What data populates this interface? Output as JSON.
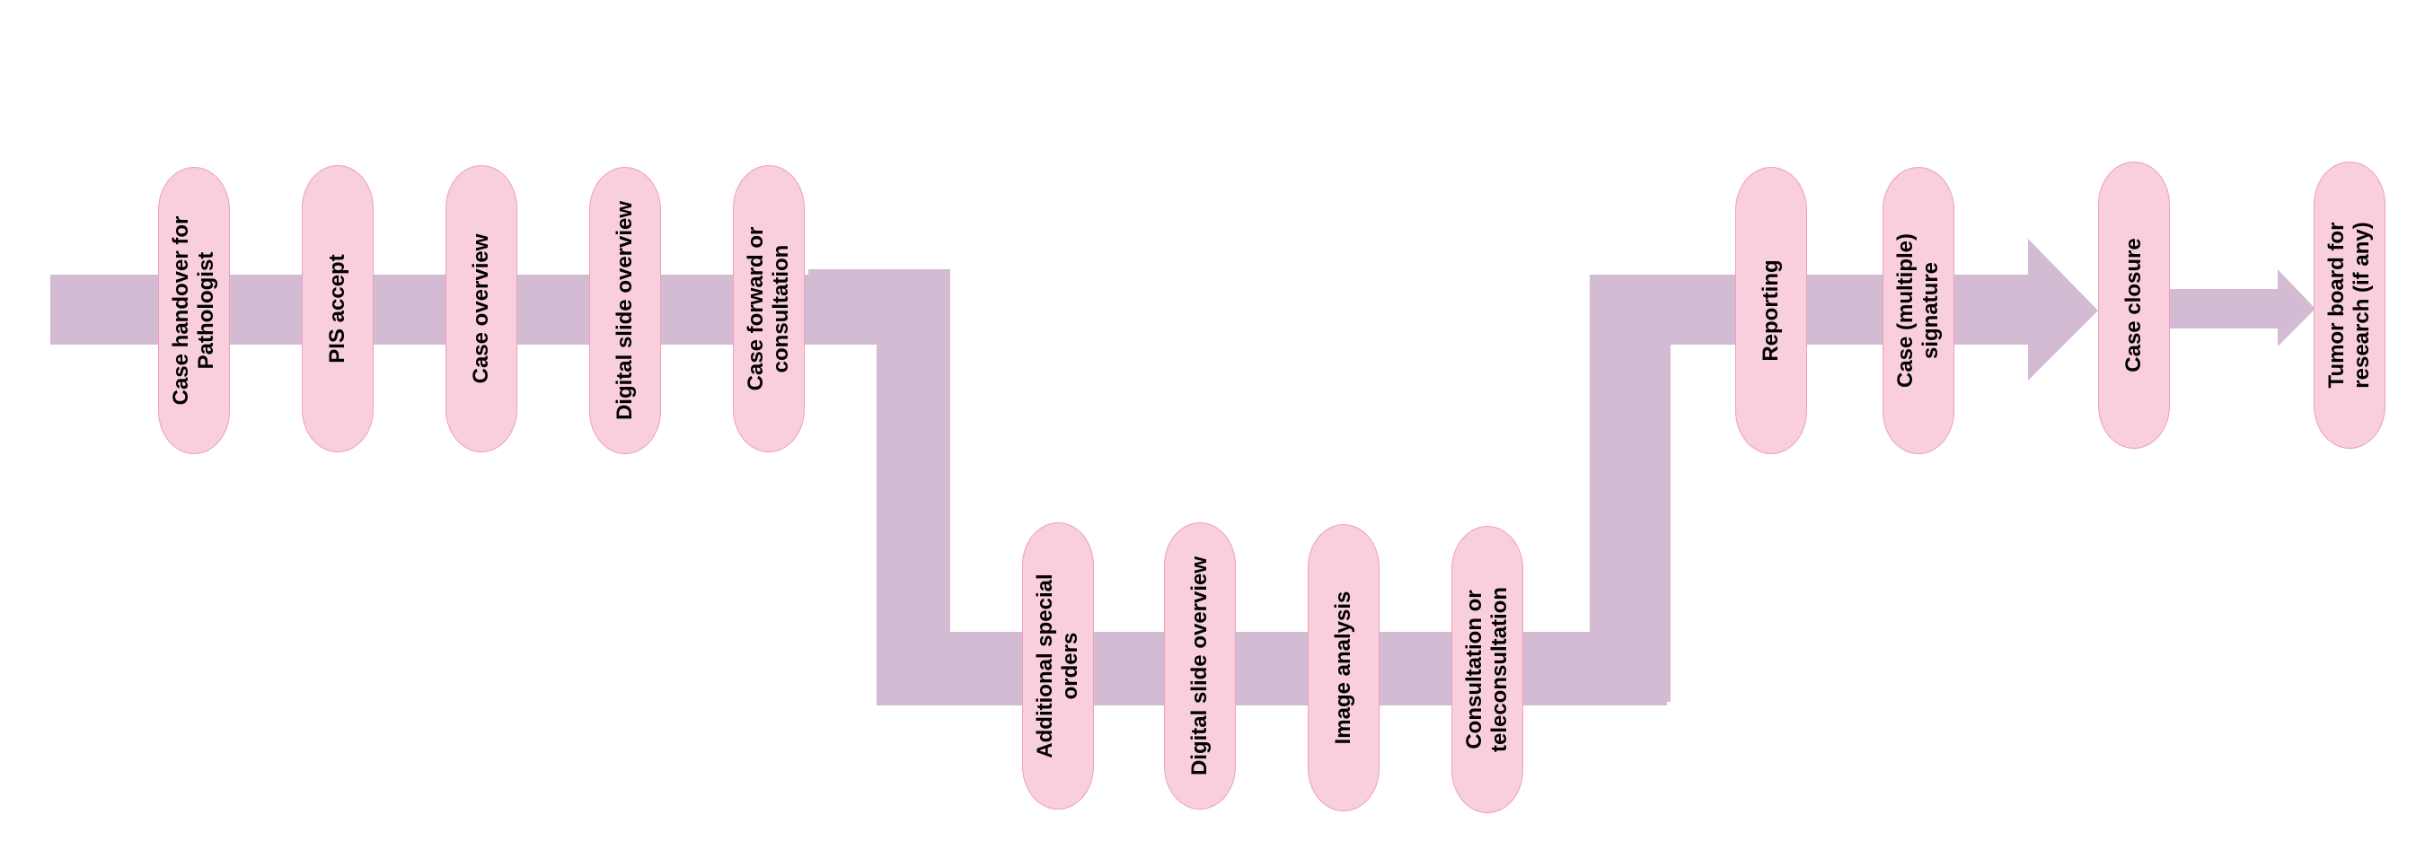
{
  "colors": {
    "band": "#d3bcd3",
    "step_fill": "#f9cfdd",
    "step_border": "#ee9fbc",
    "label_text": "#000000"
  },
  "steps": [
    {
      "label": "Case handover for\nPathologist"
    },
    {
      "label": "PIS accept"
    },
    {
      "label": "Case overview"
    },
    {
      "label": "Digital slide overview"
    },
    {
      "label": "Case forward or\nconsultation"
    },
    {
      "label": "Additional special\norders"
    },
    {
      "label": "Digital slide overview"
    },
    {
      "label": "Image analysis"
    },
    {
      "label": "Consultation or\nteleconsultation"
    },
    {
      "label": "Reporting"
    },
    {
      "label": "Case (multiple)\nsignature"
    },
    {
      "label": "Case closure"
    },
    {
      "label": "Tumor board for\nresearch (if any)"
    }
  ]
}
